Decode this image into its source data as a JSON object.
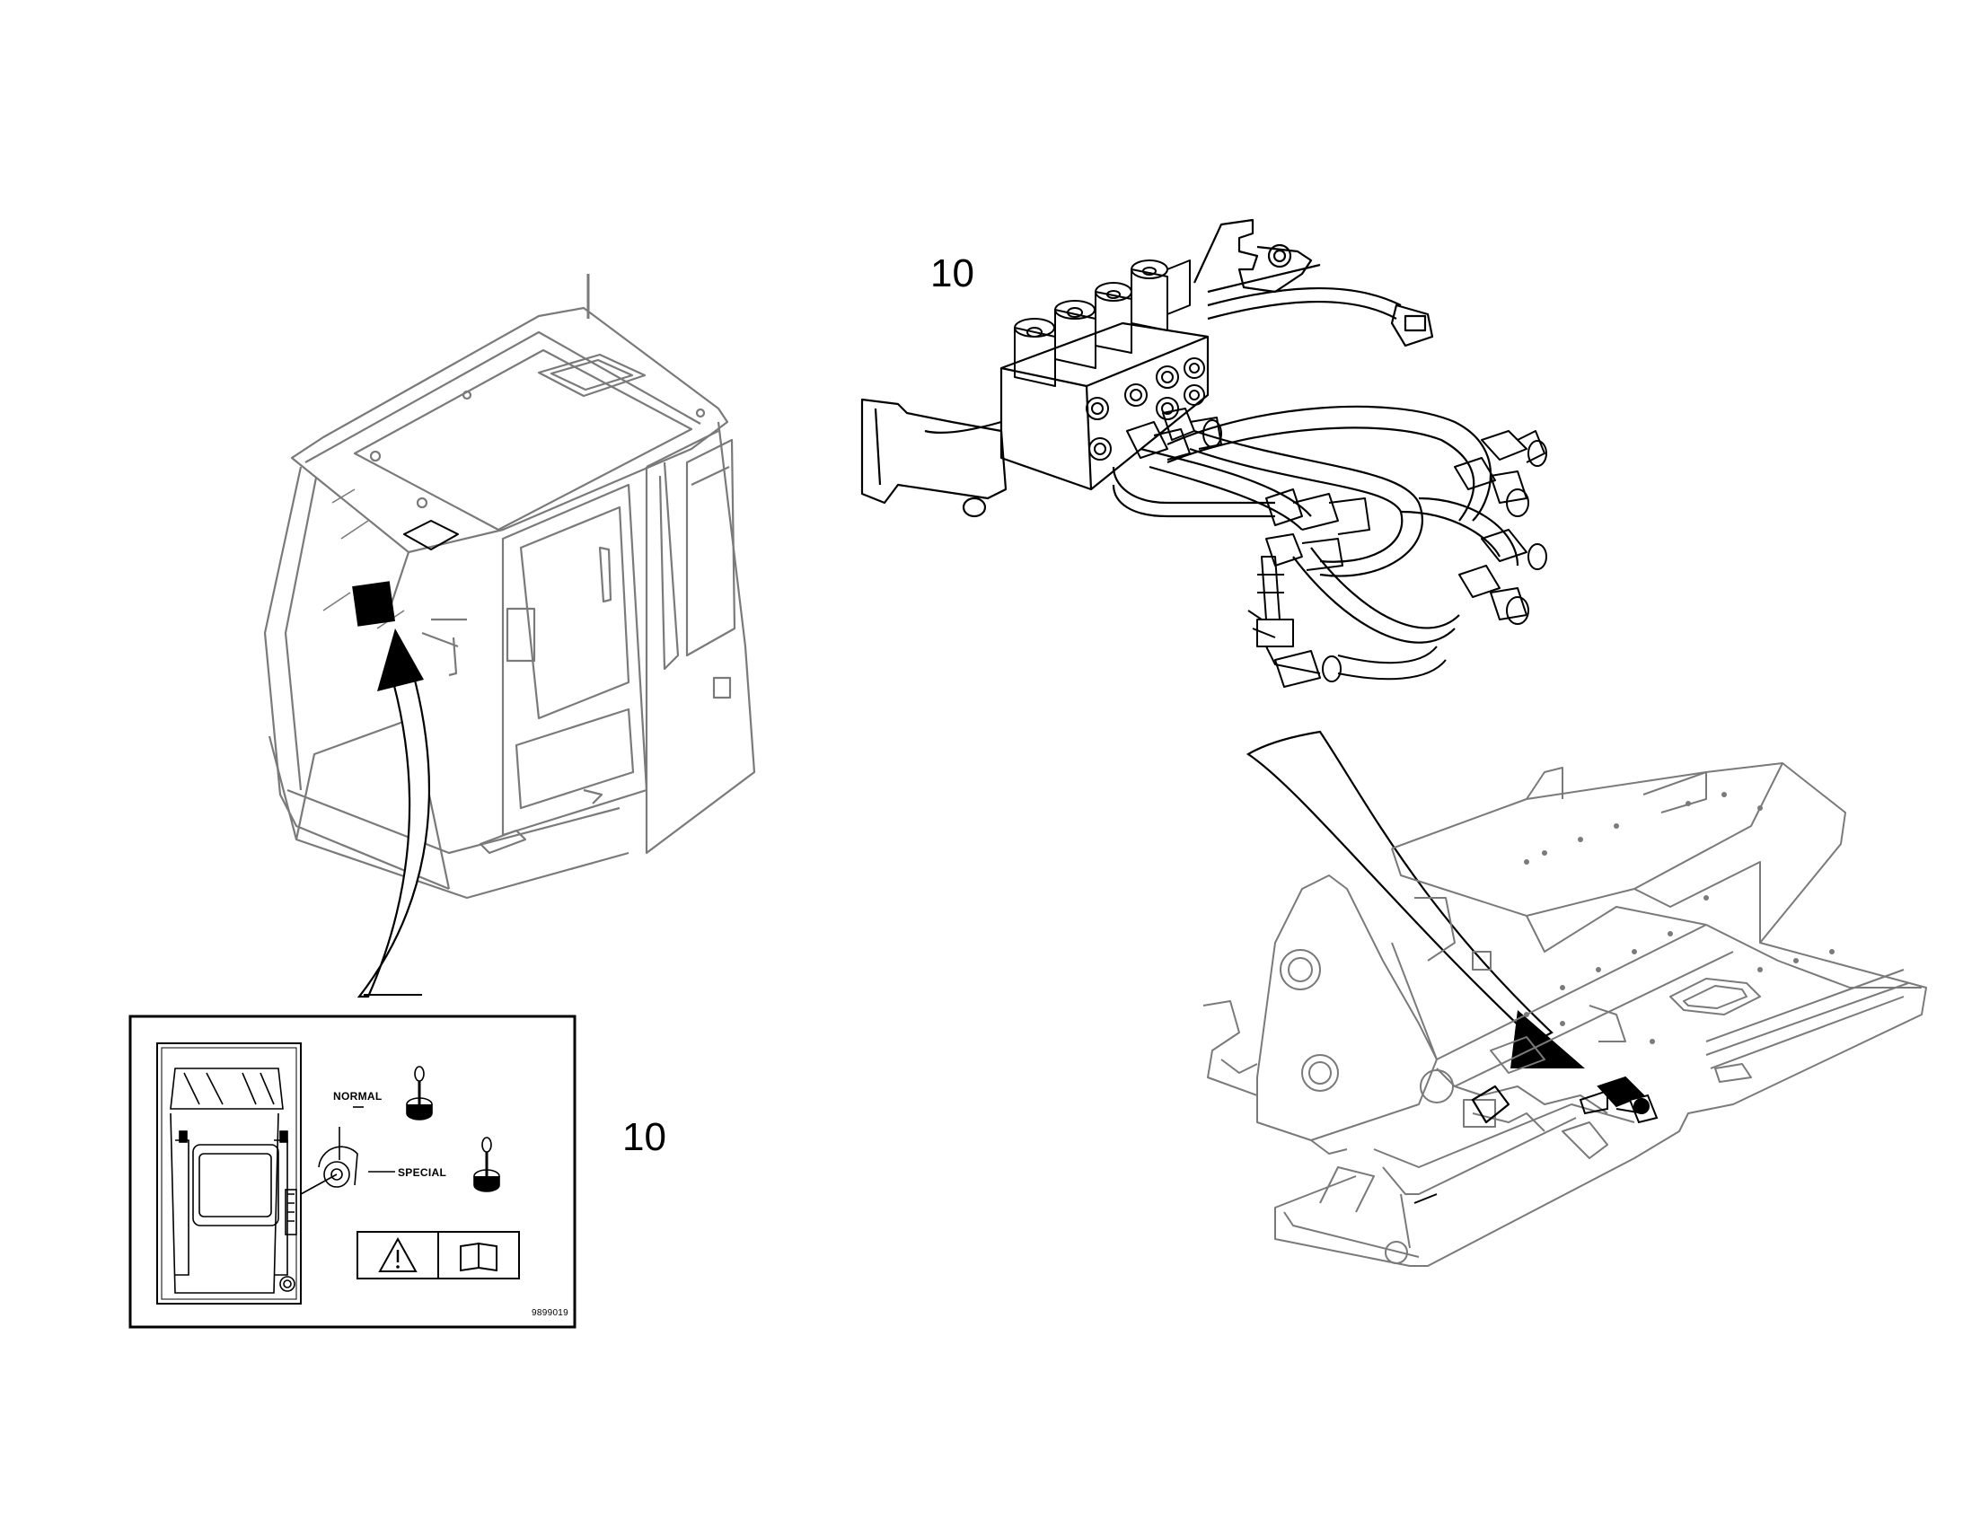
{
  "callouts": {
    "valve_item": "10",
    "decal_item": "10"
  },
  "decal": {
    "normal_label": "NORMAL",
    "special_label": "SPECIAL",
    "figure_code": "9899019",
    "icons": [
      "warning-triangle-icon",
      "manual-book-icon"
    ]
  },
  "colors": {
    "line": "#000000",
    "light_line": "#7a7a7a",
    "background": "#ffffff"
  }
}
